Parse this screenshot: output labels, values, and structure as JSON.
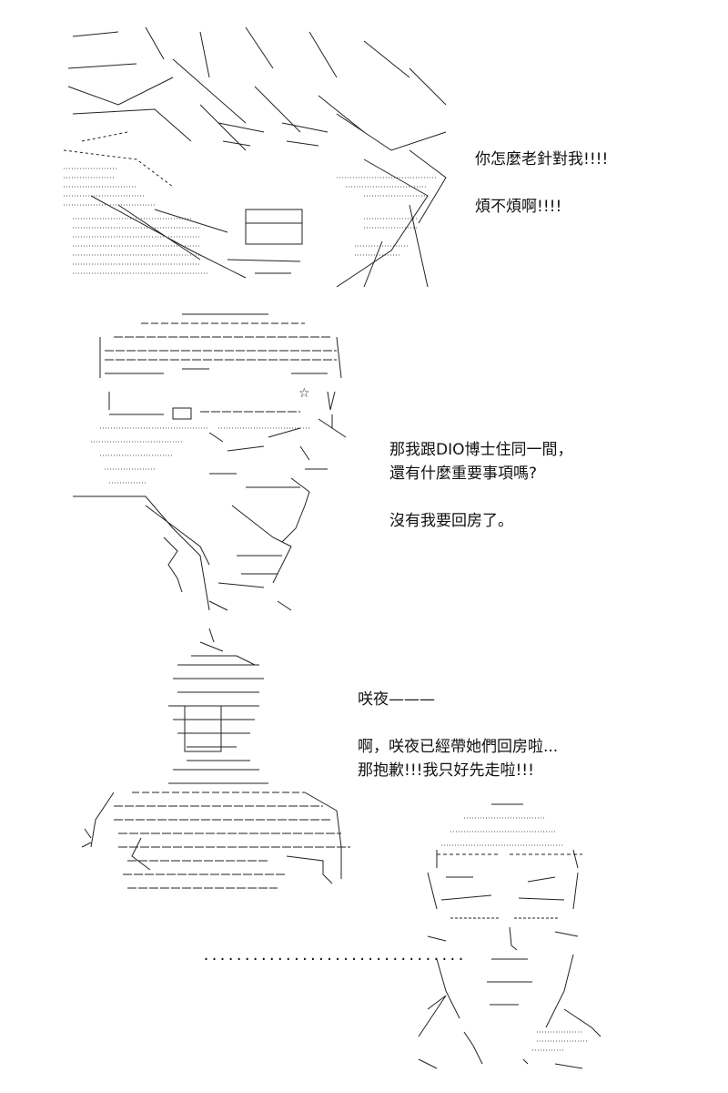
{
  "panels": [
    {
      "lines": [
        "你怎麼老針對我!!!!",
        "",
        "煩不煩啊!!!!"
      ]
    },
    {
      "lines": [
        "那我跟DIO博士住同一間，",
        "還有什麼重要事項嗎?",
        "",
        "沒有我要回房了。"
      ]
    },
    {
      "lines": [
        "咲夜———",
        "",
        "啊，咲夜已經帶她們回房啦...",
        "那抱歉!!!我只好先走啦!!!"
      ]
    }
  ],
  "ellipsis": "................................",
  "colors": {
    "ink": "#111111",
    "background": "#ffffff"
  }
}
